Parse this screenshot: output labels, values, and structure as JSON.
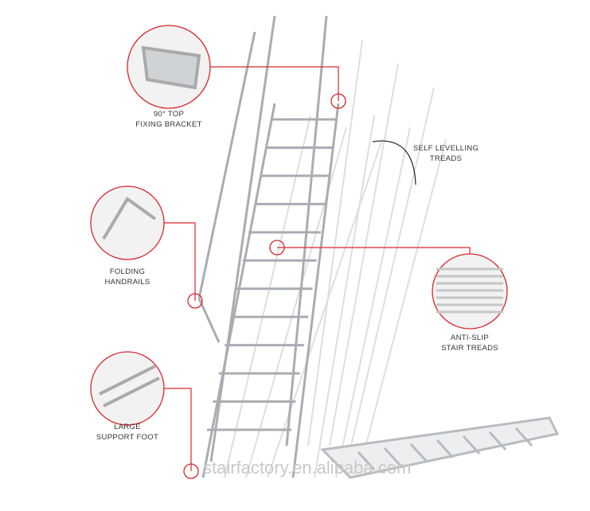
{
  "callouts": {
    "top_bracket": [
      "90° TOP",
      "FIXING BRACKET"
    ],
    "handrails": [
      "FOLDING",
      "HANDRAILS"
    ],
    "support_foot": [
      "LARGE",
      "SUPPORT FOOT"
    ],
    "anti_slip": [
      "ANTI-SLIP",
      "STAIR TREADS"
    ],
    "self_levelling": [
      "SELF LEVELLING",
      "TREADS"
    ]
  },
  "watermark": "stairfactory.en.alibaba.com",
  "colors": {
    "callout": "#d9262c",
    "metal": "#b8bcc0",
    "text": "#333333"
  }
}
